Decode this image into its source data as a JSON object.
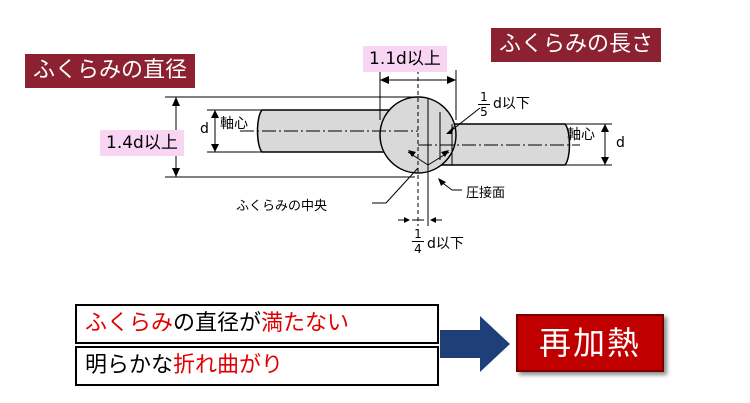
{
  "labels": {
    "bulge_diameter": "ふくらみの直径",
    "bulge_length": "ふくらみの長さ",
    "diameter_rule": "1.4d以上",
    "length_rule": "1.1d以上",
    "d": "d",
    "axis": "軸心",
    "frac_one": "1",
    "frac_five": "5",
    "frac_four": "4",
    "d_or_less": "d以下",
    "bulge_center": "ふくらみの中央",
    "weld_face": "圧接面"
  },
  "conditions": {
    "row1": [
      "ふくらみ",
      "の直径が",
      "満たない"
    ],
    "row2": [
      "明らかな",
      "折れ曲がり"
    ]
  },
  "action": "再加熱",
  "colors": {
    "tag_bg": "#8b2131",
    "highlight_bg": "#f8d6f3",
    "warning_red": "#e00000",
    "button_red": "#c00000",
    "arrow_navy": "#1f3f78"
  }
}
